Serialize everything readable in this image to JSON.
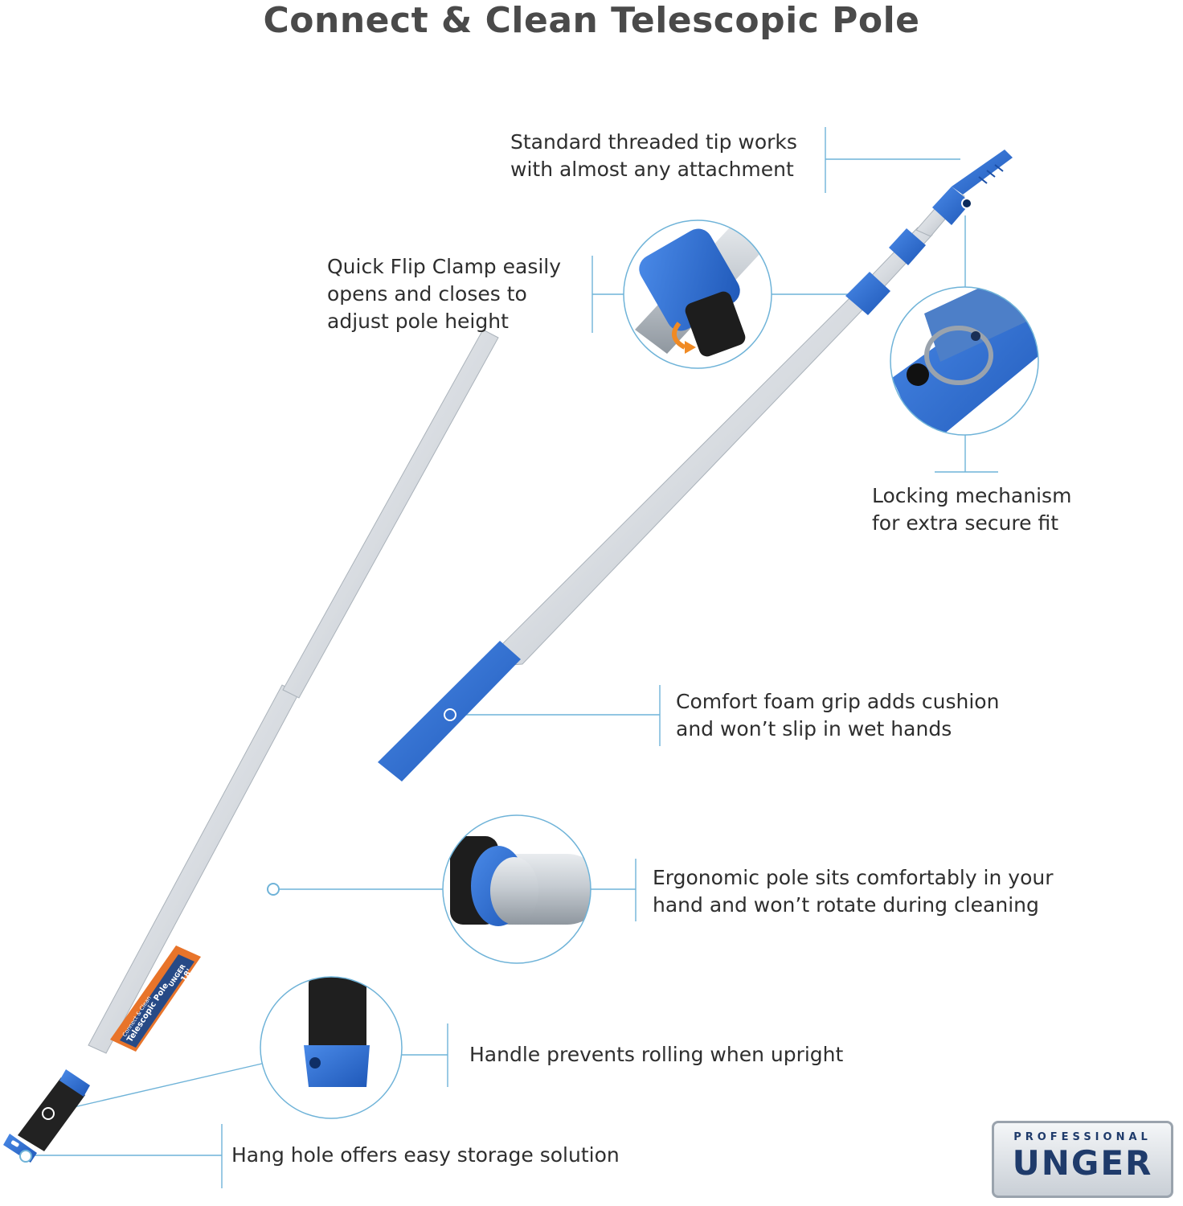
{
  "title": "Connect & Clean Telescopic Pole",
  "callouts": {
    "tip": [
      "Standard threaded tip works",
      "with almost any attachment"
    ],
    "clamp": [
      "Quick Flip Clamp easily",
      "opens and closes to",
      "adjust pole height"
    ],
    "lock": [
      "Locking mechanism",
      "for extra secure fit"
    ],
    "grip": [
      "Comfort foam grip adds cushion",
      "and won’t slip in wet hands"
    ],
    "ergonomic": [
      "Ergonomic pole sits comfortably in your",
      "hand and won’t rotate during cleaning"
    ],
    "handle": [
      "Handle prevents rolling when upright"
    ],
    "hang": [
      "Hang hole offers easy storage solution"
    ]
  },
  "label_sticker": {
    "line1": "Connect & Clean",
    "line2": "Telescopic Pole",
    "brand": "UNGER",
    "size": "18'"
  },
  "logo": {
    "top": "PROFESSIONAL",
    "main": "UNGER"
  },
  "colors": {
    "accent_blue": "#2f6fd6",
    "callout_line": "#6fb3d8",
    "pole_silver": "#d9dde2",
    "sticker_orange": "#e8742a"
  }
}
